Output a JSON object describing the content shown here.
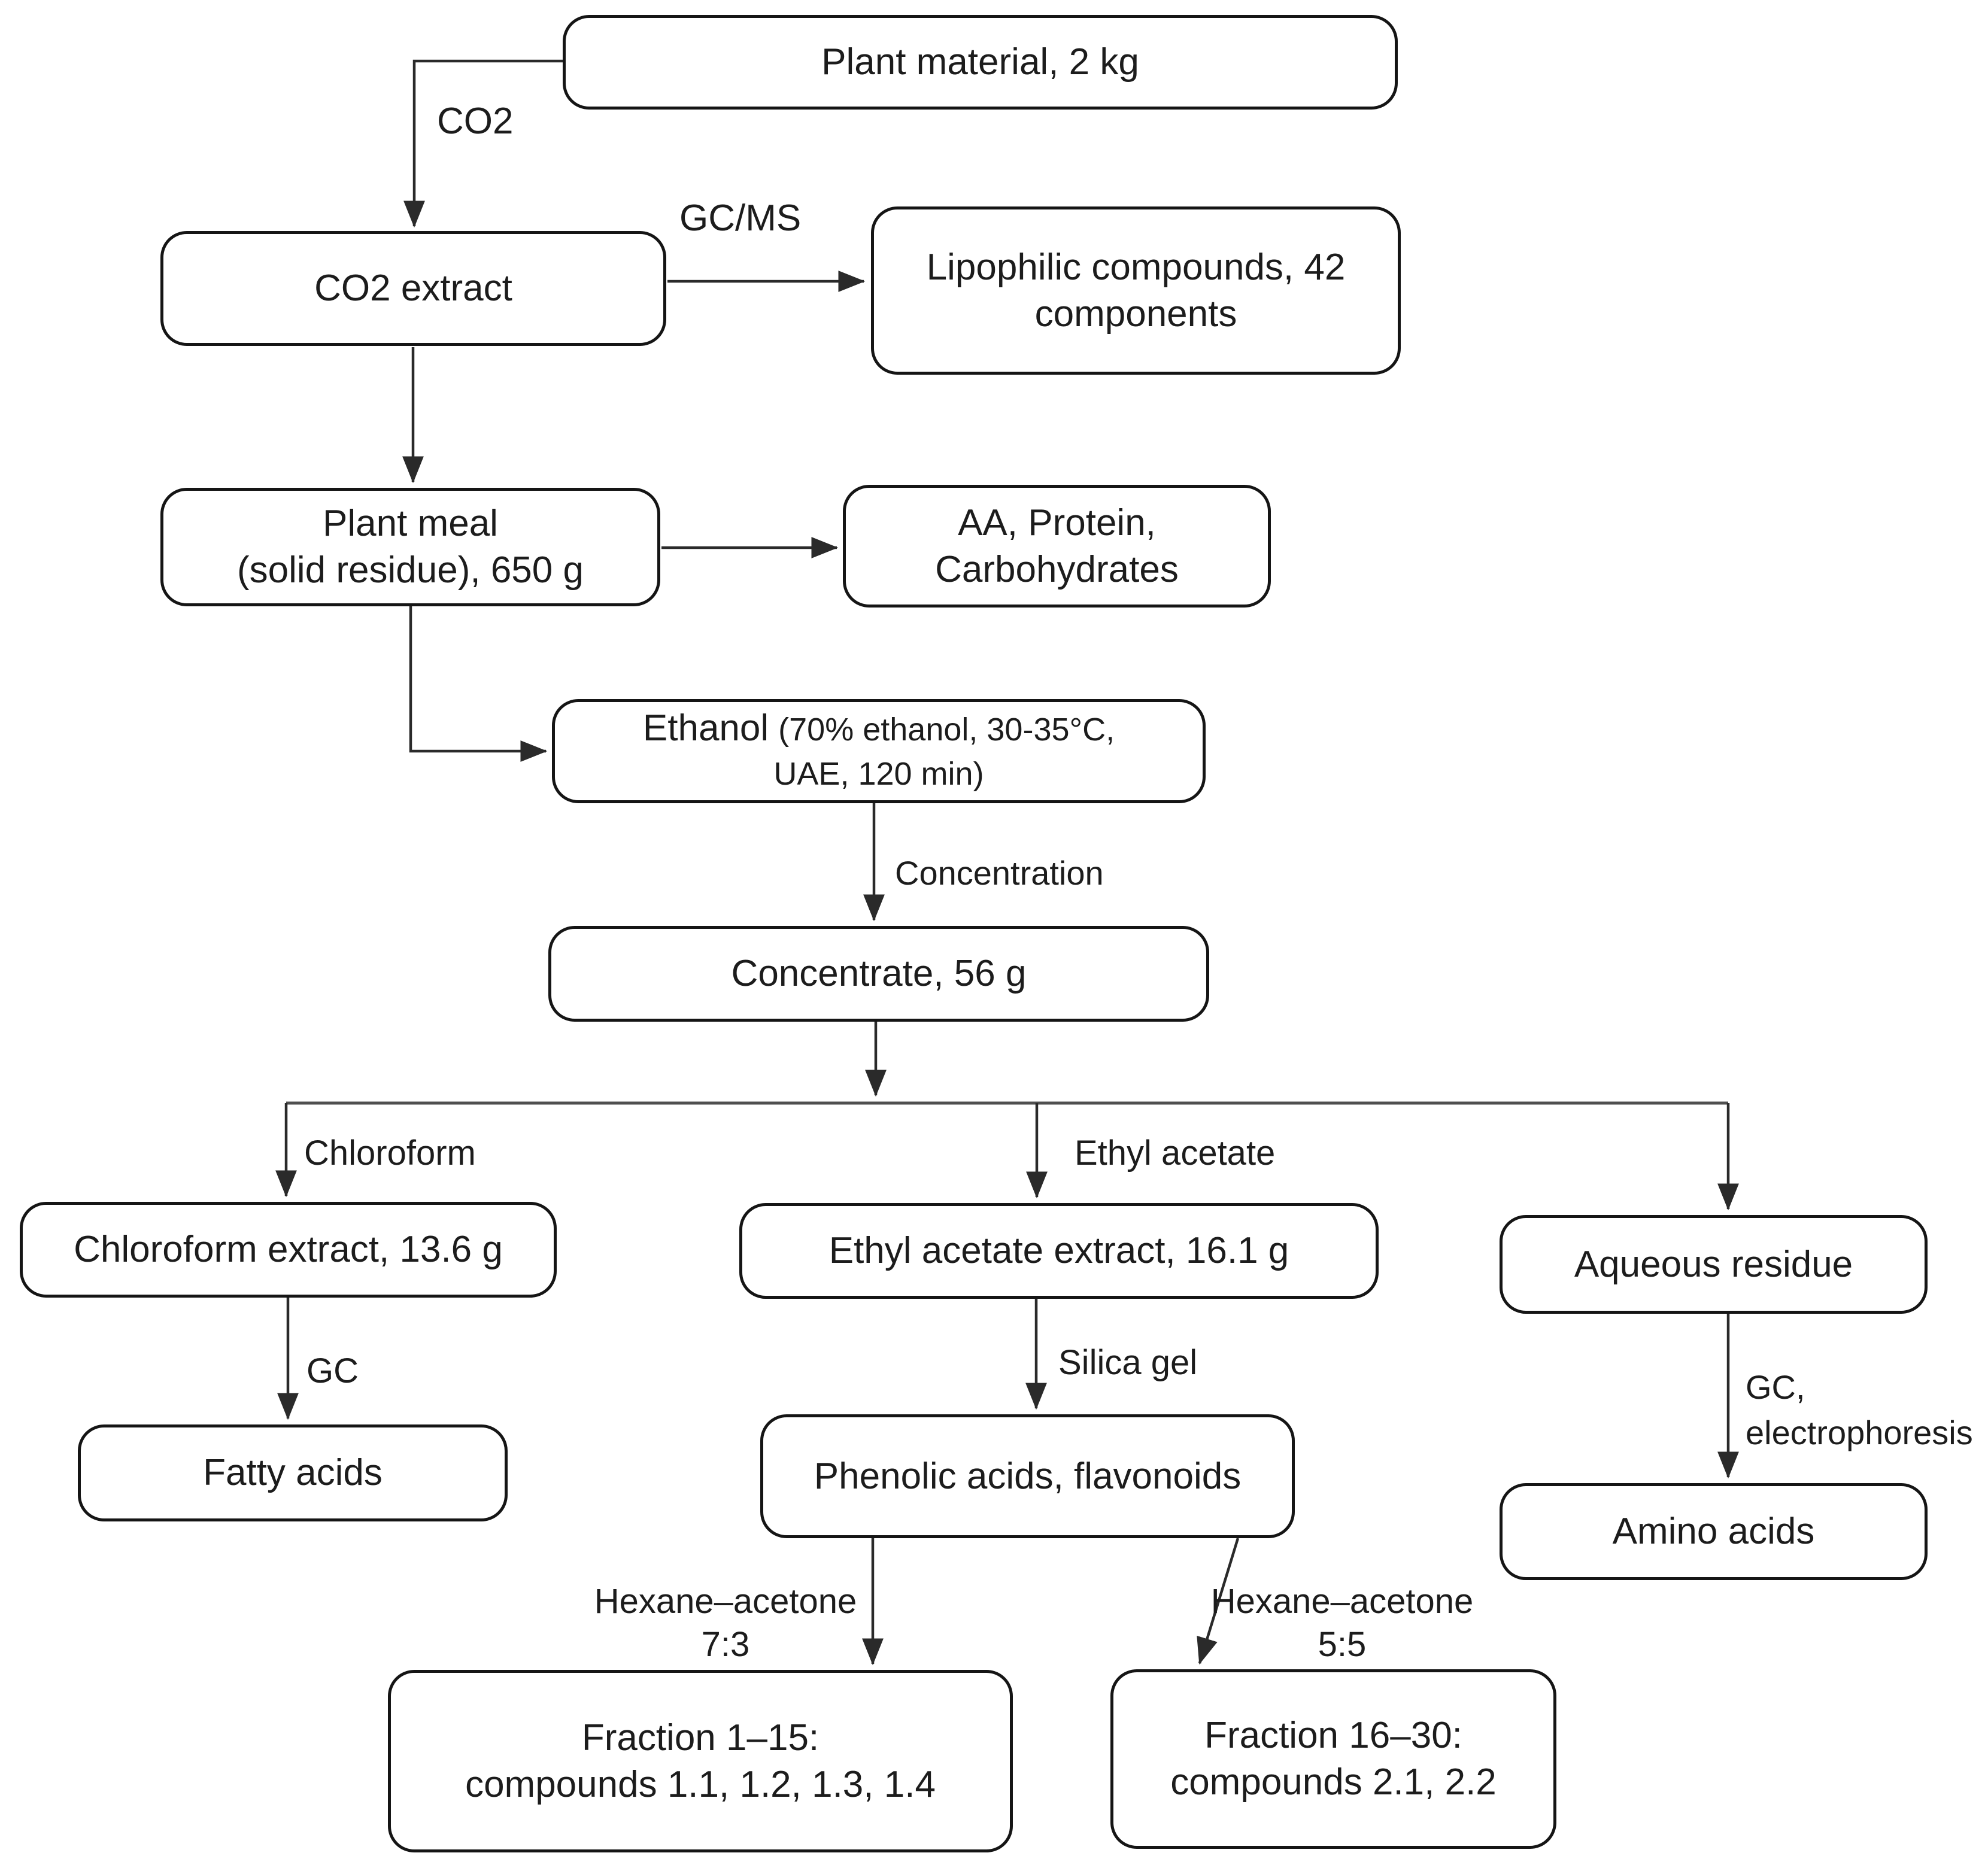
{
  "diagram_title": "Plant material extraction and fractionation flowchart",
  "colors": {
    "background": "#ffffff",
    "box_border": "#151515",
    "line": "#2a2a2a",
    "text": "#1c1c1c"
  },
  "nodes": {
    "plant_material": {
      "label": "Plant material, 2 kg"
    },
    "co2_extract": {
      "label": "CO2 extract"
    },
    "lipophilic_compounds": {
      "line1": "Lipophilic compounds, 42",
      "line2": "components"
    },
    "plant_meal": {
      "line1": "Plant meal",
      "line2": "(solid residue), 650 g"
    },
    "aa_protein": {
      "line1": "AA, Protein,",
      "line2": "Carbohydrates"
    },
    "ethanol": {
      "name": "Ethanol",
      "params_line1": "(70% ethanol, 30-35°C,",
      "params_line2": "UAE, 120 min)"
    },
    "concentrate": {
      "label": "Concentrate, 56 g"
    },
    "chloroform_extract": {
      "label": "Chloroform extract, 13.6 g"
    },
    "ethyl_acetate_extract": {
      "label": "Ethyl acetate extract, 16.1 g"
    },
    "aqueous_residue": {
      "label": "Aqueous residue"
    },
    "fatty_acids": {
      "label": "Fatty acids"
    },
    "phenolic_acids": {
      "label": "Phenolic acids, flavonoids"
    },
    "amino_acids": {
      "label": "Amino acids"
    },
    "fraction_1_15": {
      "line1": "Fraction 1–15:",
      "line2": "compounds 1.1, 1.2, 1.3, 1.4"
    },
    "fraction_16_30": {
      "line1": "Fraction 16–30:",
      "line2": "compounds 2.1, 2.2"
    }
  },
  "edge_labels": {
    "co2": "CO2",
    "gc_ms": "GC/MS",
    "concentration": "Concentration",
    "chloroform": "Chloroform",
    "ethyl_acetate": "Ethyl acetate",
    "silica_gel": "Silica gel",
    "gc": "GC",
    "gc_electrophoresis_line1": "GC,",
    "gc_electrophoresis_line2": "electrophoresis",
    "hexane_acetone_73_line1": "Hexane–acetone",
    "hexane_acetone_73_line2": "7:3",
    "hexane_acetone_55_line1": "Hexane–acetone",
    "hexane_acetone_55_line2": "5:5"
  }
}
